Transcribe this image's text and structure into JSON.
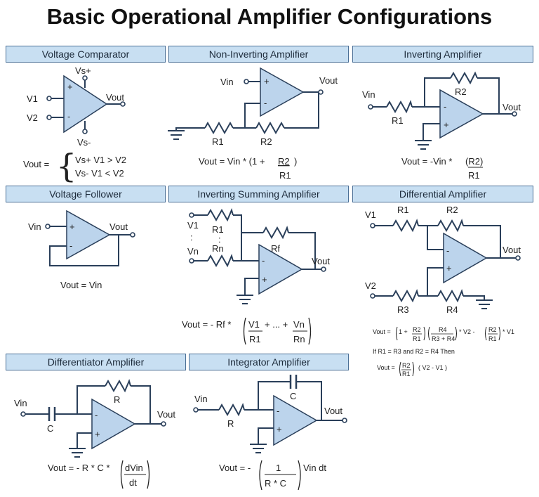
{
  "title": "Basic Operational Amplifier Configurations",
  "panels": {
    "comparator": {
      "header": "Voltage Comparator",
      "vsplus": "Vs+",
      "vsminus": "Vs-",
      "v1": "V1",
      "v2": "V2",
      "vout": "Vout",
      "plus": "+",
      "minus": "-",
      "eq_lhs": "Vout =",
      "brace": "{",
      "case1": "Vs+  V1 > V2",
      "case2": "Vs-   V1 < V2"
    },
    "noninverting": {
      "header": "Non-Inverting Amplifier",
      "vin": "Vin",
      "vout": "Vout",
      "r1": "R1",
      "r2": "R2",
      "plus": "+",
      "minus": "-",
      "eq": "Vout = Vin * (1 + ",
      "eq_num": "R2",
      "eq_close": ")",
      "eq_den": "R1"
    },
    "inverting": {
      "header": "Inverting Amplifier",
      "vin": "Vin",
      "vout": "Vout",
      "r1": "R1",
      "r2": "R2",
      "plus": "+",
      "minus": "-",
      "eq": "Vout = -Vin * ",
      "eq_num": "(R2)",
      "eq_den": "R1"
    },
    "follower": {
      "header": "Voltage Follower",
      "vin": "Vin",
      "vout": "Vout",
      "plus": "+",
      "minus": "-",
      "eq": "Vout = Vin"
    },
    "summing": {
      "header": "Inverting Summing Amplifier",
      "v1": "V1",
      "vn": "Vn",
      "r1": "R1",
      "rn": "Rn",
      "rf": "Rf",
      "vout": "Vout",
      "dots": ":",
      "plus": "+",
      "minus": "-",
      "eq": "Vout = - Rf *",
      "n1": "V1",
      "d1": "R1",
      "mid": "+ ... +",
      "n2": "Vn",
      "d2": "Rn"
    },
    "differential": {
      "header": "Differential Amplifier",
      "v1": "V1",
      "v2": "V2",
      "r1": "R1",
      "r2": "R2",
      "r3": "R3",
      "r4": "R4",
      "vout": "Vout",
      "plus": "+",
      "minus": "-",
      "eq1_lhs": "Vout =",
      "eq1_a": "1 + ",
      "eq1_r2": "R2",
      "eq1_r1": "R1",
      "eq1_r4": "R4",
      "eq1_r34": "R3 + R4",
      "eq1_v2": "* V2 -",
      "eq1_v1": "* V1",
      "cond": "If R1 = R3 and R2 = R4 Then",
      "eq2_lhs": "Vout =",
      "eq2_num": "R2",
      "eq2_den": "R1",
      "eq2_rest": "( V2 - V1 )"
    },
    "differentiator": {
      "header": "Differentiator Amplifier",
      "vin": "Vin",
      "vout": "Vout",
      "r": "R",
      "c": "C",
      "plus": "+",
      "minus": "-",
      "eq": "Vout = - R * C *",
      "num": "dVin",
      "den": "dt"
    },
    "integrator": {
      "header": "Integrator Amplifier",
      "vin": "Vin",
      "vout": "Vout",
      "r": "R",
      "c": "C",
      "plus": "+",
      "minus": "-",
      "eq": "Vout = -",
      "num": "1",
      "den": "R * C",
      "tail": "Vin dt"
    }
  },
  "colors": {
    "header_fill": "#c8dff2",
    "header_border": "#4a6f96",
    "amp_fill": "#bcd4ec",
    "wire": "#2a3f5a"
  }
}
